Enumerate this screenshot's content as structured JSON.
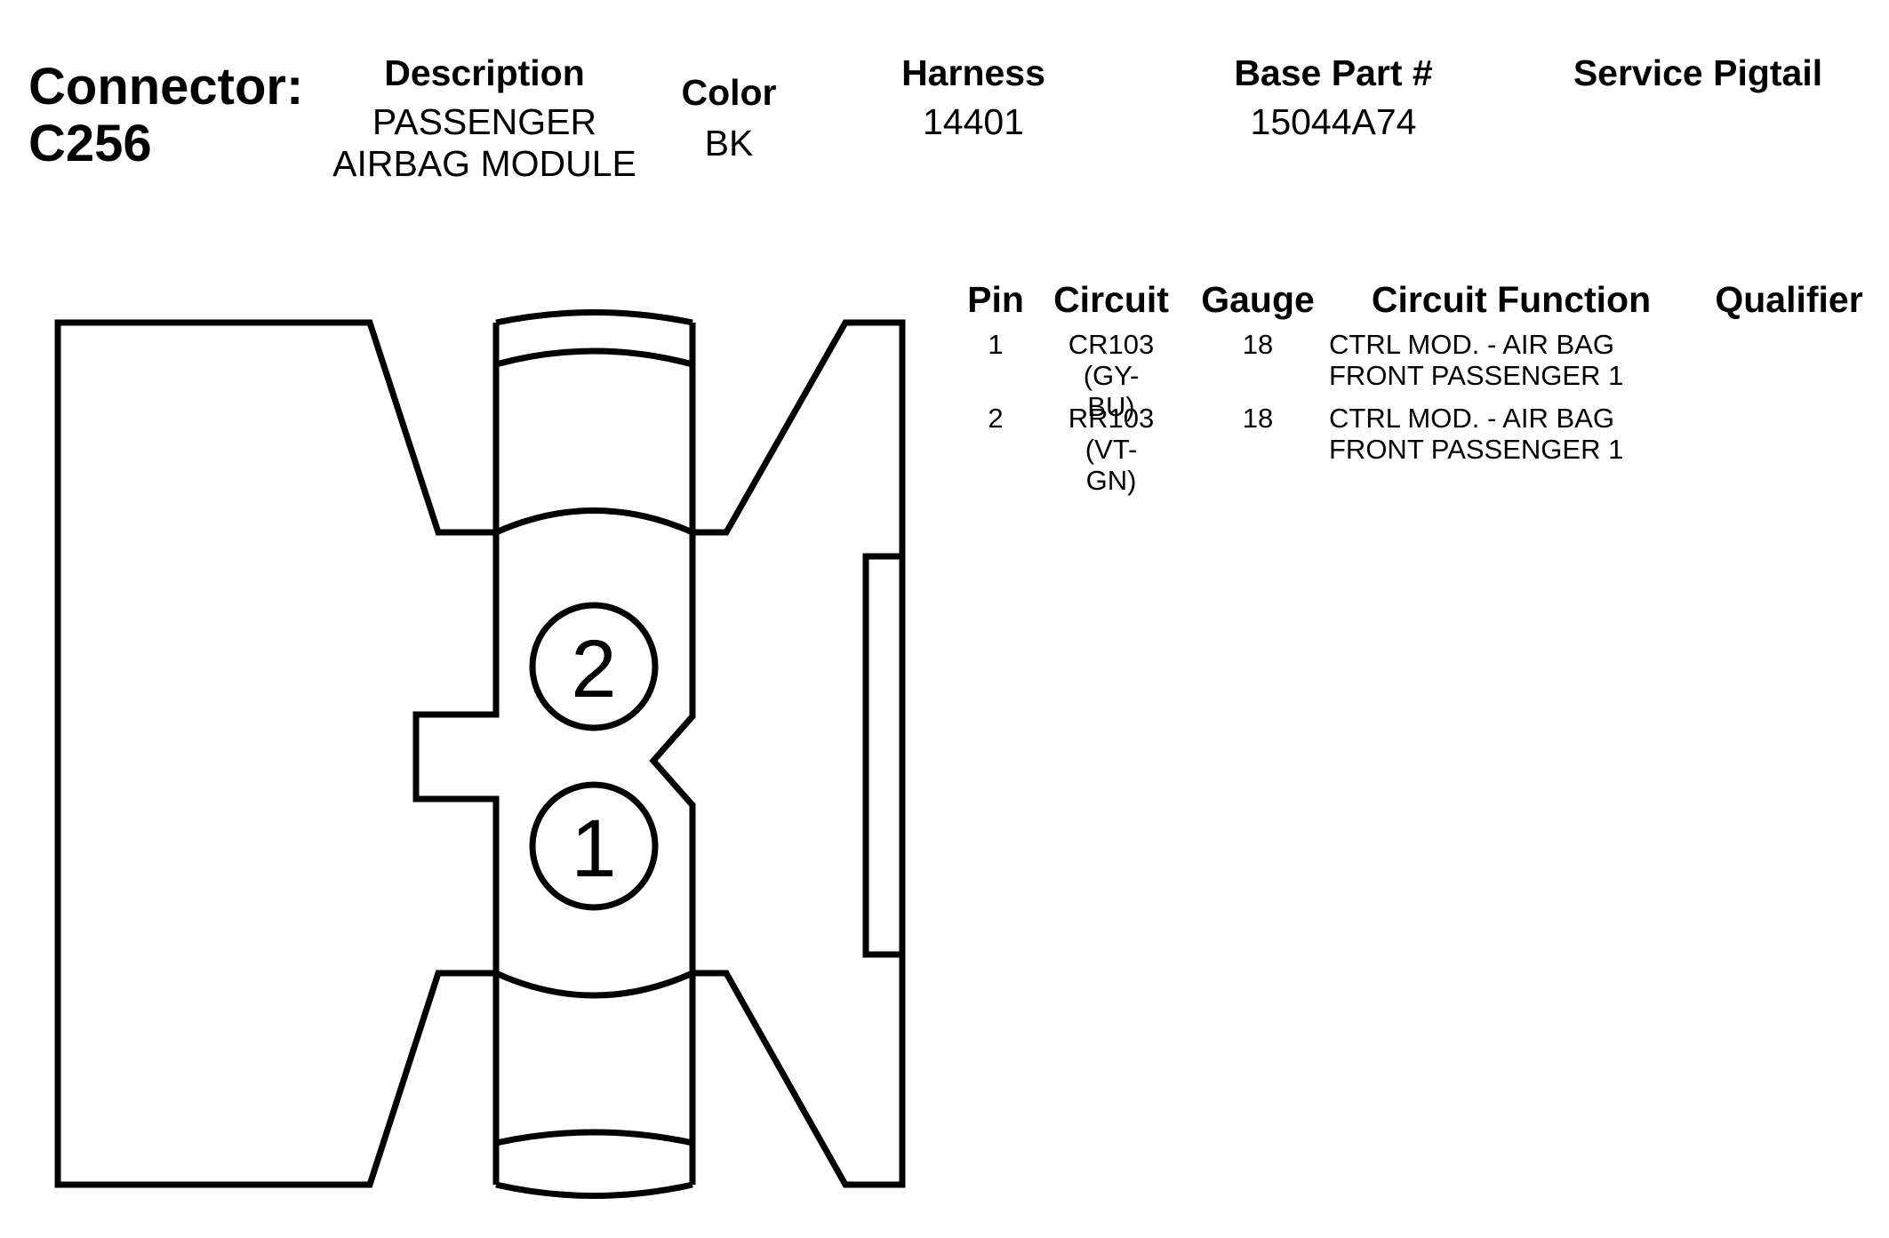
{
  "header": {
    "connector_label": "Connector:",
    "connector_id": "C256",
    "description_title": "Description",
    "description_line1": "PASSENGER",
    "description_line2": "AIRBAG MODULE",
    "color_title": "Color",
    "color_value": "BK",
    "harness_title": "Harness",
    "harness_value": "14401",
    "base_part_title": "Base Part #",
    "base_part_value": "15044A74",
    "service_pigtail_title": "Service Pigtail",
    "service_pigtail_value": ""
  },
  "diagram": {
    "cavities": [
      {
        "label": "2"
      },
      {
        "label": "1"
      }
    ]
  },
  "pin_table": {
    "headers": {
      "pin": "Pin",
      "circuit": "Circuit",
      "gauge": "Gauge",
      "circuit_function": "Circuit Function",
      "qualifier": "Qualifier"
    },
    "rows": [
      {
        "pin": "1",
        "circuit_line1": "CR103 (GY-",
        "circuit_line2": "BU)",
        "gauge": "18",
        "function_line1": "CTRL MOD. - AIR BAG",
        "function_line2": "FRONT PASSENGER 1",
        "qualifier": ""
      },
      {
        "pin": "2",
        "circuit_line1": "RR103 (VT-",
        "circuit_line2": "GN)",
        "gauge": "18",
        "function_line1": "CTRL MOD. - AIR BAG",
        "function_line2": "FRONT PASSENGER 1",
        "qualifier": ""
      }
    ]
  }
}
